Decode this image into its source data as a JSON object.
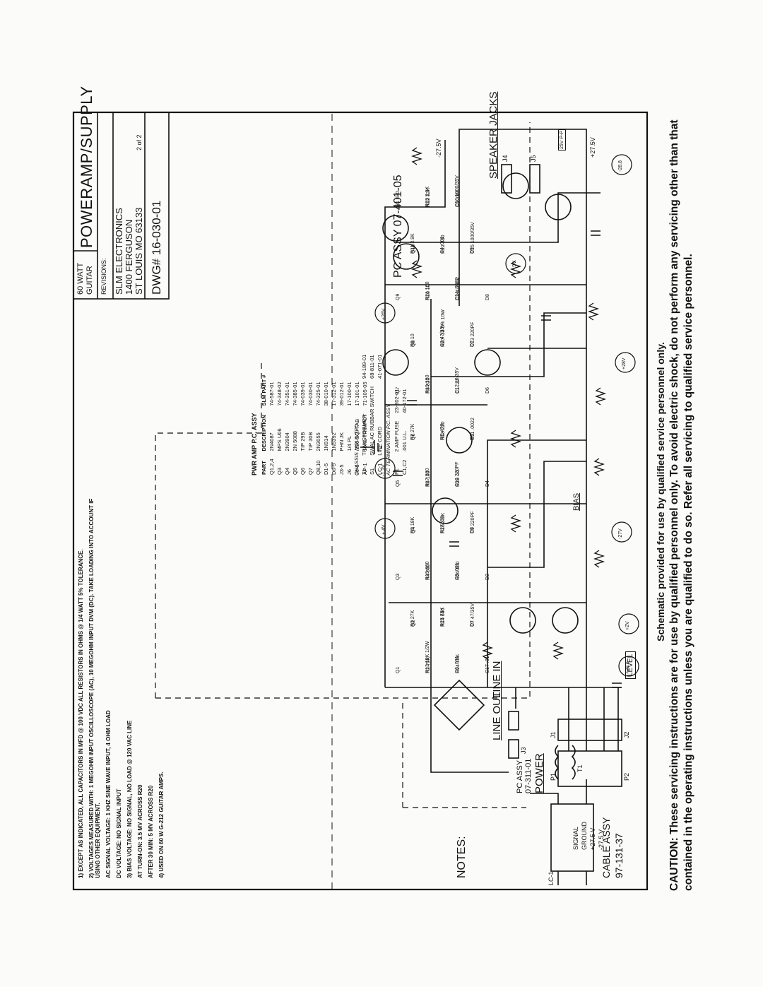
{
  "title_block": {
    "amp_name": "60 WATT GUITAR",
    "sheet_title": "POWERAMP/SUPPLY",
    "revisions_label": "REVISIONS:",
    "company": [
      "SLM ELECTRONICS",
      "1400 FERGUSON",
      "ST LOUIS MO 63133"
    ],
    "drawing_number": "DWG# 16-030-01",
    "rev_sheet": "2 of 2"
  },
  "section_labels": {
    "cable_assy": "CABLE ASSY",
    "cable_assy_no": "97-131-37",
    "power": "POWER",
    "pc_assy_power": "PC ASSY",
    "pc_assy_power_no": "07-311-01",
    "line_out": "LINE OUT",
    "line_in": "LINE IN",
    "speaker_jacks": "SPEAKER JACKS",
    "pc_assy_main": "PC ASSY 07-401-05",
    "bias": "BIAS",
    "level": "LEVEL",
    "notes": "NOTES:"
  },
  "cable_signals": [
    "SIGNAL",
    "GROUND",
    "+27.5 V",
    "-27.5 V"
  ],
  "connector_labels": [
    "P1",
    "J1",
    "P2",
    "J2",
    "J3",
    "J4",
    "J5",
    "T1",
    "LC-1"
  ],
  "rail_labels": [
    "+27.5V",
    "-27.5V"
  ],
  "voltage_circles": [
    "+28.8",
    "+2V",
    "-27V",
    "+28V",
    "+.4V",
    "-1.3V",
    "+26V",
    "-.9V",
    "-28.8",
    "25V P-P"
  ],
  "components": {
    "transistors": [
      "Q1",
      "Q2",
      "Q3",
      "Q4",
      "Q5",
      "Q6",
      "Q7",
      "Q8",
      "Q9",
      "Q10"
    ],
    "resistors": [
      "R1 680",
      "R2 75K",
      "R3 27K",
      "R4 680",
      "R5 18K",
      "R6 100",
      "R7 27K",
      "R8 820",
      "R9 10",
      "R10 10",
      "R11 3.9K",
      "R12 12K",
      "R13 15K 1/2W",
      "R14 680",
      "R15 680",
      "R16 3.9K",
      "R17 330",
      "R18 220",
      "R19 100",
      "R20 .33 5% 10W",
      "R21 100",
      "R22 330",
      "R23 3.9K",
      "R24 75K",
      "R25 75K",
      "R26 100",
      "R27 .33",
      "R28 .33",
      "RE 470"
    ],
    "capacitors": [
      "C1 .22",
      "C2 47/35V",
      "C3 47/35V",
      "C4 .001",
      "C5 .001",
      "C6 .001",
      "C7 47/35V",
      "C8 .001",
      "C9 220PF",
      "C10 220PF",
      "C11 .0022",
      "C12 10/35V",
      "C13 220PF",
      "C14 .0022",
      "C15 1000/35V",
      "C16 1000/35V",
      "C17 .01"
    ],
    "diodes": [
      "D1",
      "D2",
      "D3",
      "D4",
      "D5",
      "D6",
      "D7",
      "D8",
      "D9"
    ]
  },
  "parts_list": {
    "title": "PWR AMP P.C. ASSY",
    "headers": [
      "PART",
      "DESCRIPTION",
      "SLM PART #"
    ],
    "rows": [
      [
        "Q1,2,4",
        "2N4087",
        "74-587-01"
      ],
      [
        "Q3",
        "MPS U06",
        "74-348-02"
      ],
      [
        "Q4",
        "2N3904",
        "74-351-01"
      ],
      [
        "Q5",
        "2N 5088",
        "74-385-01"
      ],
      [
        "Q6",
        "TIP 29B",
        "74-039-01"
      ],
      [
        "Q7",
        "TIP 30B",
        "74-030-01"
      ],
      [
        "Q8,10",
        "2N3055",
        "74-325-01"
      ],
      [
        "D1-5",
        "1N914",
        "38-010-01"
      ],
      [
        "D6-9",
        "1N5392",
        "17-312-01"
      ],
      [
        "J3-5",
        "PHN JK",
        "39-012-01"
      ],
      [
        "J6",
        "1/4 PL",
        "17-100-01"
      ],
      [
        "J6-8",
        ".230 SQ. TAB",
        "17-101-01"
      ],
      [
        "AP-1",
        "10KL TRIMPOT",
        "71-105-05"
      ]
    ],
    "chassis_title": "CHASSIS MOUNTED",
    "chassis_rows": [
      [
        "T1",
        "TRANSFORMER",
        "94-189-01"
      ],
      [
        "S1",
        "SWAL AC RUBBAR SWITCH",
        "68-811-01"
      ],
      [
        "LC-1",
        "LINE CORD",
        "41-071-01"
      ]
    ],
    "term_title": "AC TERMINATION P.C. ASSY",
    "term_rows": [
      [
        "F1",
        "2 AMP FUSE",
        "23-302-01"
      ],
      [
        "C1,C2",
        ".001 U.L.",
        "40-172-01"
      ]
    ]
  },
  "notes": [
    "1) EXCEPT AS INDICATED, ALL CAPACITORS IN MFD @ 100 VDC   ALL RESISTORS IN OHMS @ 1/4 WATT 5% TOLERANCE.",
    "2) VOLTAGES MEASURED WITH: 1 MEGOHM INPUT OSCILLOSCOPE (AC), 10 MEGOHM INPUT DVM (DC). TAKE LOADING INTO ACCOUNT IF USING OTHER EQUIPMENT.",
    "AC SIGNAL VOLTAGE: 1 KHZ SINE WAVE INPUT, 4 OHM LOAD",
    "DC VOLTAGE: NO SIGNAL INPUT",
    "3) BIAS VOLTAGE: NO SIGNAL, NO LOAD @ 120 VAC LINE",
    "AT TURN-ON: 3.5 MV ACROSS R20",
    "AFTER 30 MIN: 5 MV ACROSS R20",
    "4) USED ON 60 W G-212 GUITAR AMPS."
  ],
  "service_note": "Schematic provided for use by qualified service personnel only.",
  "caution": "CAUTION: These servicing instructions are for use by qualified personnel only. To avoid electric shock, do not perform any servicing other than that contained in the operating instructions unless you are qualified to do so. Refer all servicing to qualified service personnel."
}
